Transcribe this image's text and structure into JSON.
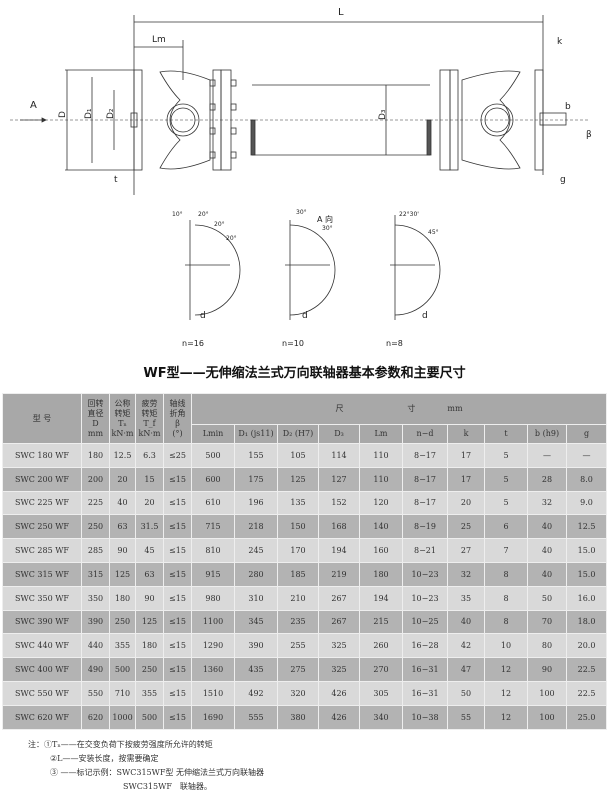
{
  "drawing": {
    "labels": {
      "L": "L",
      "Lm": "Lm",
      "A": "A",
      "D": "D",
      "D1": "D₁",
      "D2": "D₂",
      "D3": "D₃",
      "t": "t",
      "k": "k",
      "b": "b",
      "beta": "β",
      "g": "g"
    },
    "view_label": "A 向",
    "flange_views": [
      {
        "n": "n=16",
        "angles": [
          "10°",
          "20°",
          "20°",
          "20°"
        ]
      },
      {
        "n": "n=10",
        "angles": [
          "30°",
          "30°"
        ]
      },
      {
        "n": "n=8",
        "angles": [
          "22°30'",
          "45°"
        ]
      }
    ],
    "d_label": "d",
    "d1_label": "D₁"
  },
  "title": "WF型——无伸缩法兰式万向联轴器基本参数和主要尺寸",
  "table": {
    "h": {
      "model": "型 号",
      "D": [
        "回转",
        "直径",
        "D",
        "mm"
      ],
      "Tn": [
        "公称",
        "转矩",
        "Tₙ",
        "kN·m"
      ],
      "Tf": [
        "疲劳",
        "转矩",
        "T_f",
        "kN·m"
      ],
      "beta": [
        "轴线",
        "折角",
        "β",
        "(°)"
      ],
      "dims": "尺　　　　　　　　寸　　　　mm",
      "sub": [
        "Lmin",
        "D₁ (js11)",
        "D₂ (H7)",
        "D₃",
        "Lm",
        "n−d",
        "k",
        "t",
        "b (h9)",
        "g"
      ]
    },
    "rows": [
      [
        "SWC 180 WF",
        "180",
        "12.5",
        "6.3",
        "≤25",
        "500",
        "155",
        "105",
        "114",
        "110",
        "8−17",
        "17",
        "5",
        "—",
        "—"
      ],
      [
        "SWC 200 WF",
        "200",
        "20",
        "15",
        "≤15",
        "600",
        "175",
        "125",
        "127",
        "110",
        "8−17",
        "17",
        "5",
        "28",
        "8.0"
      ],
      [
        "SWC 225 WF",
        "225",
        "40",
        "20",
        "≤15",
        "610",
        "196",
        "135",
        "152",
        "120",
        "8−17",
        "20",
        "5",
        "32",
        "9.0"
      ],
      [
        "SWC 250 WF",
        "250",
        "63",
        "31.5",
        "≤15",
        "715",
        "218",
        "150",
        "168",
        "140",
        "8−19",
        "25",
        "6",
        "40",
        "12.5"
      ],
      [
        "SWC 285 WF",
        "285",
        "90",
        "45",
        "≤15",
        "810",
        "245",
        "170",
        "194",
        "160",
        "8−21",
        "27",
        "7",
        "40",
        "15.0"
      ],
      [
        "SWC 315 WF",
        "315",
        "125",
        "63",
        "≤15",
        "915",
        "280",
        "185",
        "219",
        "180",
        "10−23",
        "32",
        "8",
        "40",
        "15.0"
      ],
      [
        "SWC 350 WF",
        "350",
        "180",
        "90",
        "≤15",
        "980",
        "310",
        "210",
        "267",
        "194",
        "10−23",
        "35",
        "8",
        "50",
        "16.0"
      ],
      [
        "SWC 390 WF",
        "390",
        "250",
        "125",
        "≤15",
        "1100",
        "345",
        "235",
        "267",
        "215",
        "10−25",
        "40",
        "8",
        "70",
        "18.0"
      ],
      [
        "SWC 440 WF",
        "440",
        "355",
        "180",
        "≤15",
        "1290",
        "390",
        "255",
        "325",
        "260",
        "16−28",
        "42",
        "10",
        "80",
        "20.0"
      ],
      [
        "SWC 400 WF",
        "490",
        "500",
        "250",
        "≤15",
        "1360",
        "435",
        "275",
        "325",
        "270",
        "16−31",
        "47",
        "12",
        "90",
        "22.5"
      ],
      [
        "SWC 550 WF",
        "550",
        "710",
        "355",
        "≤15",
        "1510",
        "492",
        "320",
        "426",
        "305",
        "16−31",
        "50",
        "12",
        "100",
        "22.5"
      ],
      [
        "SWC 620 WF",
        "620",
        "1000",
        "500",
        "≤15",
        "1690",
        "555",
        "380",
        "426",
        "340",
        "10−38",
        "55",
        "12",
        "100",
        "25.0"
      ]
    ]
  },
  "notes": [
    "注：①Tₙ——在交变负荷下按疲劳强度所允许的转矩",
    "②L——安装长度，按需要确定",
    "③ ——标记示例：SWC315WF型 无伸缩法兰式万向联轴器",
    "SWC315WF　联轴器。"
  ]
}
